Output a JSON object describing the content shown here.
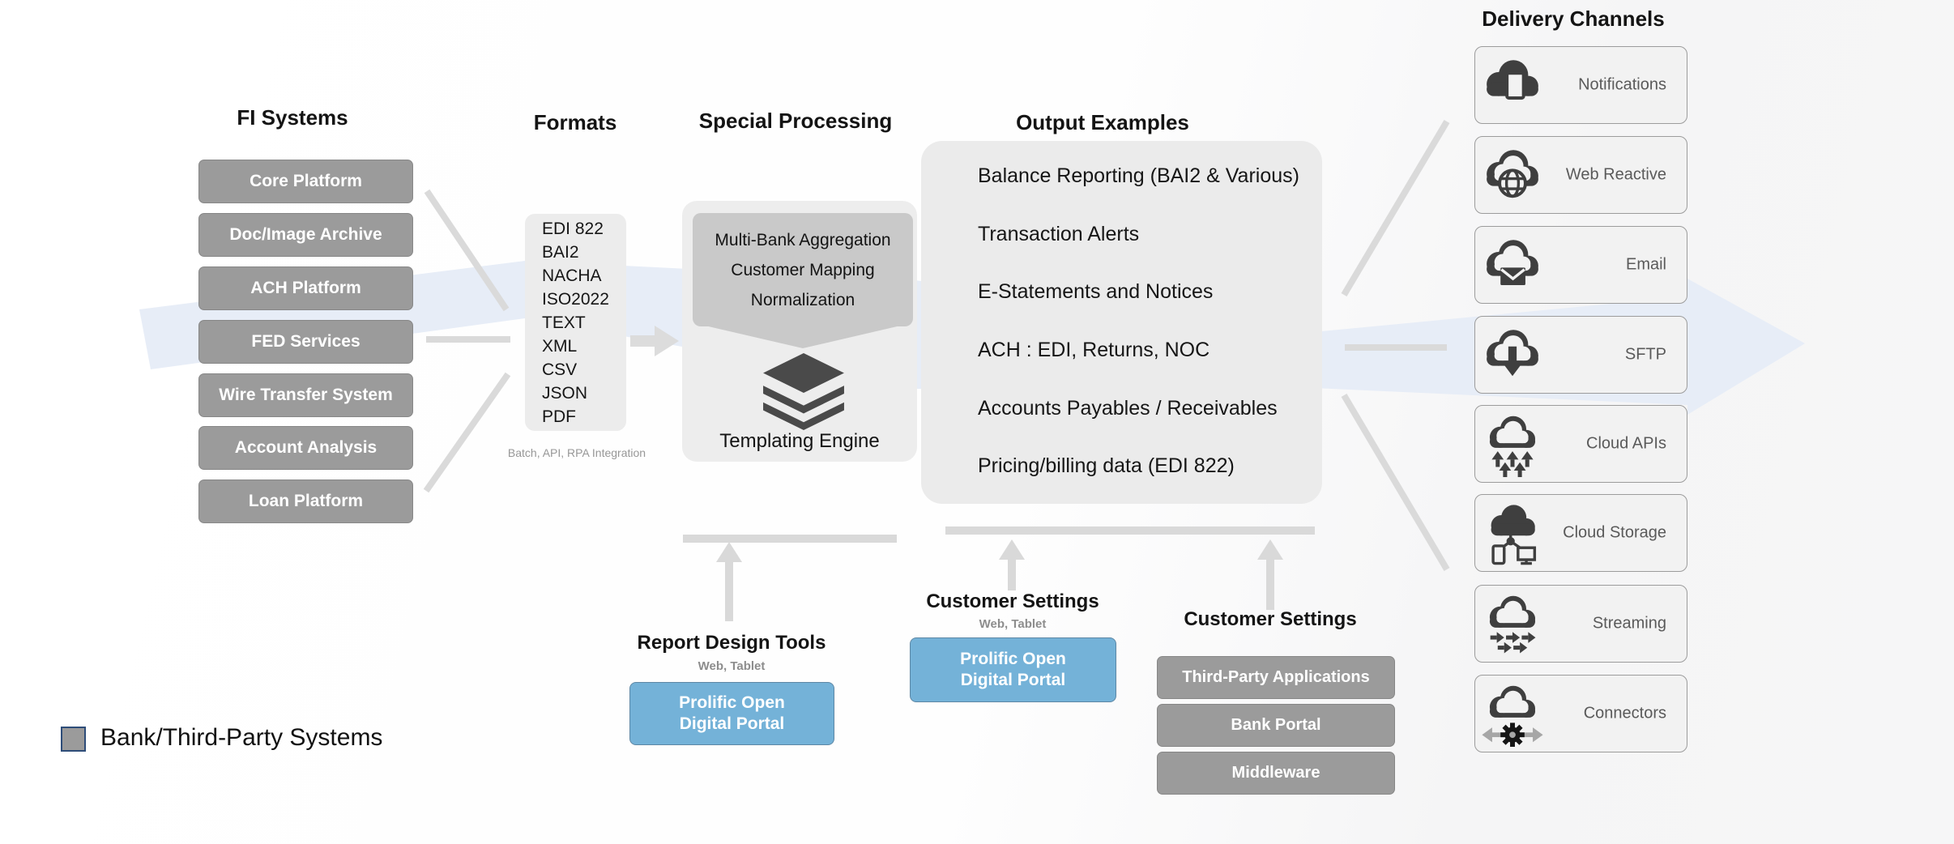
{
  "diagram": {
    "fi_systems": {
      "title": "FI Systems",
      "items": [
        "Core Platform",
        "Doc/Image Archive",
        "ACH Platform",
        "FED Services",
        "Wire Transfer System",
        "Account Analysis",
        "Loan Platform"
      ]
    },
    "formats": {
      "title": "Formats",
      "items": [
        "EDI 822",
        "BAI2",
        "NACHA",
        "ISO2022",
        "TEXT",
        "XML",
        "CSV",
        "JSON",
        "PDF"
      ],
      "caption": "Batch, API, RPA Integration"
    },
    "special_processing": {
      "title": "Special Processing",
      "steps": [
        "Multi-Bank Aggregation",
        "Customer Mapping",
        "Normalization"
      ],
      "engine_label": "Templating Engine"
    },
    "output_examples": {
      "title": "Output Examples",
      "items": [
        "Balance Reporting (BAI2 & Various)",
        "Transaction Alerts",
        "E-Statements and Notices",
        "ACH : EDI, Returns, NOC",
        "Accounts Payables / Receivables",
        "Pricing/billing data (EDI 822)"
      ]
    },
    "delivery_channels": {
      "title": "Delivery Channels",
      "items": [
        {
          "label": "Notifications",
          "icon": "cloud-document-icon"
        },
        {
          "label": "Web Reactive",
          "icon": "cloud-globe-icon"
        },
        {
          "label": "Email",
          "icon": "cloud-email-icon"
        },
        {
          "label": "SFTP",
          "icon": "cloud-download-icon"
        },
        {
          "label": "Cloud APIs",
          "icon": "cloud-upload-arrows-icon"
        },
        {
          "label": "Cloud Storage",
          "icon": "cloud-devices-icon"
        },
        {
          "label": "Streaming",
          "icon": "cloud-streaming-arrows-icon"
        },
        {
          "label": "Connectors",
          "icon": "cloud-gear-icon"
        }
      ]
    },
    "report_design_tools": {
      "title": "Report Design Tools",
      "subtitle": "Web, Tablet",
      "portal": "Prolific Open Digital Portal"
    },
    "customer_settings_portal": {
      "title": "Customer Settings",
      "subtitle": "Web, Tablet",
      "portal": "Prolific Open Digital Portal"
    },
    "customer_settings_systems": {
      "title": "Customer Settings",
      "items": [
        "Third-Party Applications",
        "Bank Portal",
        "Middleware"
      ]
    },
    "legend": {
      "label": "Bank/Third-Party Systems"
    },
    "colors": {
      "gray_box": "#9b9b9b",
      "blue_box": "#74b2d8",
      "panel": "#ececec",
      "inner_panel": "#c9c9c9",
      "flow_band": "#e7edf7",
      "connector_line": "#dadada",
      "icon_dark": "#3f3f3f"
    }
  }
}
